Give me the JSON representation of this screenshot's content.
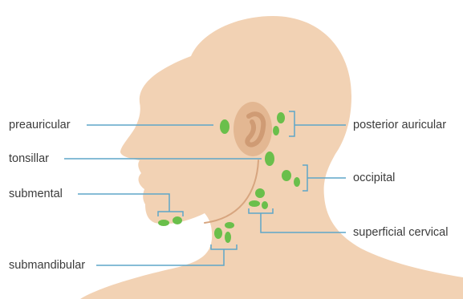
{
  "labels": {
    "preauricular": "preauricular",
    "tonsillar": "tonsillar",
    "submental": "submental",
    "submandibular": "submandibular",
    "posterior_auricular": "posterior auricular",
    "occipital": "occipital",
    "superficial_cervical": "superficial cervical"
  },
  "colors": {
    "skin": "#f2d2b4",
    "skin_shadow": "#d7a57f",
    "ear": "#e3b792",
    "ear_inner": "#cf9b74",
    "node": "#6abf4b",
    "leader": "#5ea6c8",
    "text": "#3b3b3b"
  }
}
